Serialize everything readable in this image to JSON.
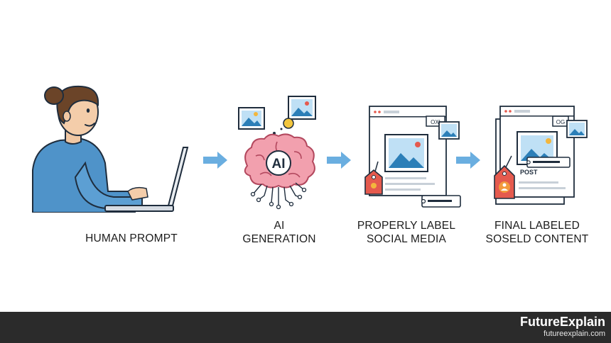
{
  "steps": [
    {
      "line1": "HUMAN PROMPT",
      "line2": ""
    },
    {
      "line1": "AI",
      "line2": "GENERATION"
    },
    {
      "line1": "PROPERLY LABEL",
      "line2": "SOCIAL MEDIA"
    },
    {
      "line1": "FINAL LABELED",
      "line2": "SOSELD CONTENT"
    }
  ],
  "brain_badge": "AI",
  "card_small_tag_a": "OXI",
  "card_small_tag_b": "OG",
  "post_tag": "POST",
  "footer": {
    "brand": "FutureExplain",
    "url": "futureexplain.com"
  },
  "colors": {
    "arrow": "#6aaee0",
    "footer": "#2b2b2b",
    "shirt": "#4f93c9",
    "hair": "#6b4428",
    "brain": "#f2a0ae",
    "tag": "#e55a4e"
  }
}
